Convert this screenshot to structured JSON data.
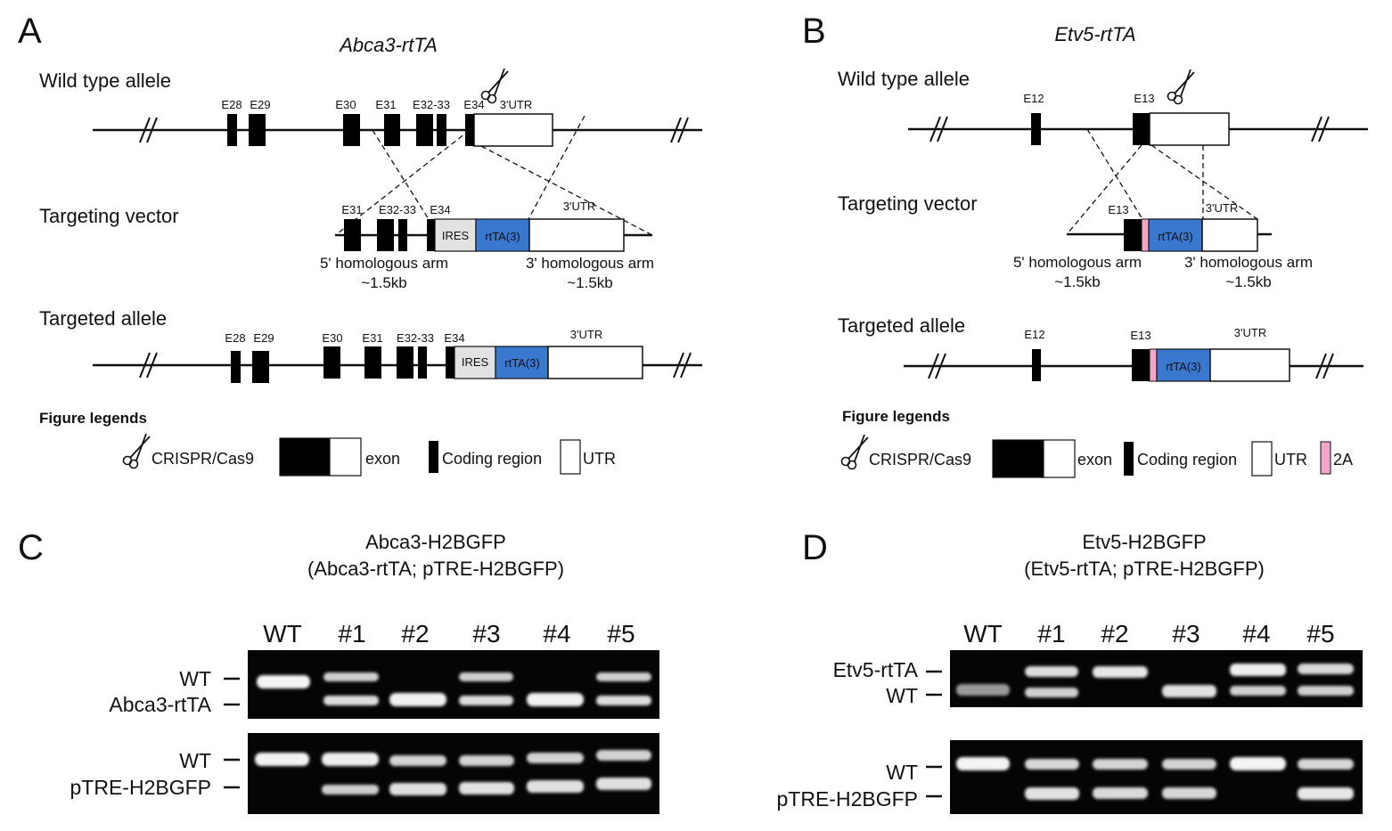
{
  "panels": {
    "A": {
      "letter": "A",
      "title": "Abca3-rtTA",
      "rows": {
        "wild_type": "Wild type allele",
        "vector": "Targeting vector",
        "targeted": "Targeted allele"
      },
      "wt_exons": [
        "E28",
        "E29",
        "E30",
        "E31",
        "E32-33",
        "E34"
      ],
      "wt_utr": "3'UTR",
      "vector_exons": [
        "E31",
        "E32-33",
        "E34"
      ],
      "vector_utr": "3'UTR",
      "ires": "IRES",
      "rtta": "rtTA(3)",
      "arm5": "5' homologous arm",
      "arm5_size": "~1.5kb",
      "arm3": "3' homologous arm",
      "arm3_size": "~1.5kb",
      "tg_exons": [
        "E28",
        "E29",
        "E30",
        "E31",
        "E32-33",
        "E34"
      ],
      "tg_utr": "3'UTR"
    },
    "B": {
      "letter": "B",
      "title": "Etv5-rtTA",
      "rows": {
        "wild_type": "Wild type allele",
        "vector": "Targeting vector",
        "targeted": "Targeted allele"
      },
      "wt_exons": [
        "E12",
        "E13"
      ],
      "vector_exon": "E13",
      "vector_utr": "3'UTR",
      "rtta": "rtTA(3)",
      "arm5": "5' homologous arm",
      "arm5_size": "~1.5kb",
      "arm3": "3' homologous arm",
      "arm3_size": "~1.5kb",
      "tg_exons": [
        "E12",
        "E13"
      ],
      "tg_utr": "3'UTR"
    },
    "C": {
      "letter": "C",
      "title_line1": "Abca3-H2BGFP",
      "title_line2": "(Abca3-rtTA; pTRE-H2BGFP)",
      "lanes": [
        "WT",
        "#1",
        "#2",
        "#3",
        "#4",
        "#5"
      ],
      "gel1_bands": [
        "WT",
        "Abca3-rtTA"
      ],
      "gel2_bands": [
        "WT",
        "pTRE-H2BGFP"
      ]
    },
    "D": {
      "letter": "D",
      "title_line1": "Etv5-H2BGFP",
      "title_line2": "(Etv5-rtTA; pTRE-H2BGFP)",
      "lanes": [
        "WT",
        "#1",
        "#2",
        "#3",
        "#4",
        "#5"
      ],
      "gel1_bands": [
        "Etv5-rtTA",
        "WT"
      ],
      "gel2_bands": [
        "WT",
        "pTRE-H2BGFP"
      ]
    }
  },
  "legend": {
    "heading": "Figure legends",
    "crispr": "CRISPR/Cas9",
    "exon": "exon",
    "coding": "Coding region",
    "utr": "UTR",
    "twoA": "2A"
  },
  "colors": {
    "rtta": "#3a78d0",
    "ires": "#e2e2e2",
    "twoA": "#f4a6c8",
    "gel_bg": "#050505",
    "band": "#e8e8e8"
  }
}
